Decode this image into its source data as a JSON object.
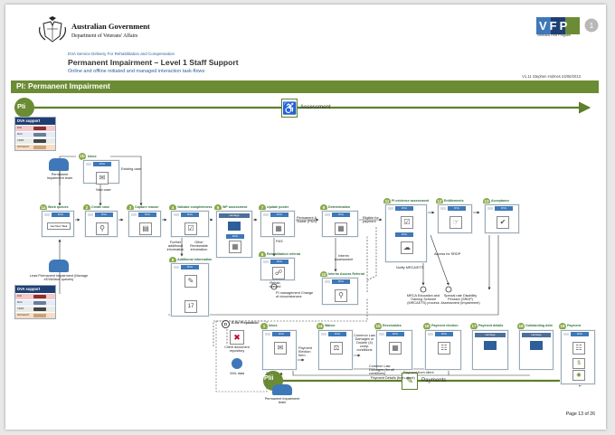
{
  "header": {
    "government": "Australian Government",
    "department": "Department of Veterans' Affairs",
    "logo_text": "VFP",
    "logo_tagline": "Veterans First Program",
    "agency_line": "DVA Service Delivery For Rehabilitation and Compensation",
    "title": "Permanent Impairment – Level 1 Staff Support",
    "subtitle": "Online and offline initiated and managed interaction task-flows",
    "version": "V1.11 Stephen Holmes 24/06/2013"
  },
  "banner": {
    "title": "PI: Permanent Impairment"
  },
  "flows": {
    "pi_marker": "PIi",
    "assessment": "Assessment",
    "pii_marker": "PIii",
    "payments": "Payments"
  },
  "legends": [
    {
      "title": "DVA support",
      "rows": [
        "DVA",
        "MAS",
        "CRRS",
        "NAT/LEGIT"
      ]
    },
    {
      "title": "DVA support",
      "rows": [
        "DVA",
        "MAS",
        "CRRS",
        "NAT/LEGIT"
      ]
    }
  ],
  "actors": {
    "top": "Permanent Impairment team",
    "lead": "Lead Permanent Impairment (Manage eDVA/face queues)",
    "bottom": "Permanent Impairment team"
  },
  "steps": [
    {
      "id": "1b",
      "label": "Inbox"
    },
    {
      "id": "1a",
      "label": "Work queues"
    },
    {
      "id": "2",
      "label": "Create case"
    },
    {
      "id": "3",
      "label": "Capture reason"
    },
    {
      "id": "4",
      "label": "Validate completeness"
    },
    {
      "id": "5",
      "label": "Additional information"
    },
    {
      "id": "6",
      "label": "WP assessment"
    },
    {
      "id": "7",
      "label": "Update poster"
    },
    {
      "id": "8",
      "label": "Rehabilitation referral"
    },
    {
      "id": "9",
      "label": "Determination"
    },
    {
      "id": "10",
      "label": "Interim Assess Referral"
    },
    {
      "id": "11",
      "label": "PI evidence assessment"
    },
    {
      "id": "12",
      "label": "Entitlements"
    },
    {
      "id": "13",
      "label": "Acceptance"
    },
    {
      "id": "D",
      "label": "E-file Preparation"
    },
    {
      "id": "1",
      "label": "Inbox"
    },
    {
      "id": "14",
      "label": "Waiver"
    },
    {
      "id": "15",
      "label": "Receivables"
    },
    {
      "id": "16",
      "label": "Payment election"
    },
    {
      "id": "17",
      "label": "Payment details"
    },
    {
      "id": "18",
      "label": "Outstanding debt"
    },
    {
      "id": "19",
      "label": "Payment"
    }
  ],
  "annotations": {
    "existing_case": "Existing case",
    "new_case": "New case",
    "get_next_task": "Get Next Task",
    "further_info": "Further additional information",
    "other_reviewable": "Other Reviewable information",
    "pbs": "Permanent & Stable (P&S)",
    "eligible": "Eligible for payment",
    "interim": "Interim Assessment",
    "pbs_short": "P&S",
    "rehab_needed": "Rehab needed",
    "pi_mgmt": "PI management Change of circumstances",
    "notify": "Notify MRCA/ETS",
    "mrca_edu": "MRCA Education and Training Scheme (MRCAETS) process",
    "access_srdp": "Access for SRDP",
    "special_rate": "Special rate Disability Pension (SRDP) Assessment (Impairment)",
    "heritage": "Heritage",
    "client_doc": "Client document repository",
    "xml_data": "XML data",
    "payment_election_form": "Payment Election form",
    "common_law": "Common Law Damages or Double (4) comp. conditions",
    "common_law_all": "Common Law Damages (for all conditions)",
    "payment_from_client": "Payment from client",
    "payment_details_client": "Payment Details (from client)"
  },
  "footer": {
    "page": "Page 13 of 26"
  },
  "colors": {
    "banner": "#6b8c34",
    "dva_blue": "#3e78b8",
    "navy": "#1f3f73",
    "step_green": "#8aa84a"
  }
}
